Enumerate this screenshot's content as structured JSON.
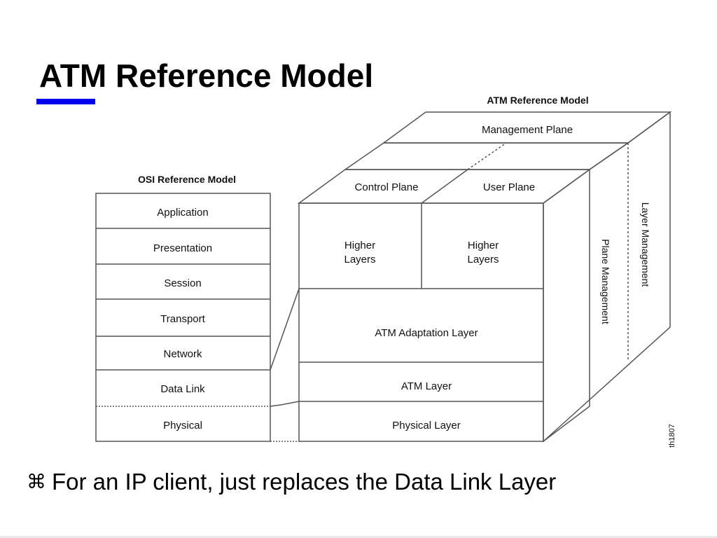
{
  "slide": {
    "title": "ATM Reference Model",
    "accent_color": "#0000ee",
    "bullet_icon": "command-key-icon",
    "bullet_symbol": "⌘",
    "bullet_text": "For an IP client, just replaces the Data Link Layer"
  },
  "diagram": {
    "atm_title": "ATM Reference Model",
    "osi_title": "OSI Reference Model",
    "osi_layers": [
      "Application",
      "Presentation",
      "Session",
      "Transport",
      "Network",
      "Data Link",
      "Physical"
    ],
    "management_plane": "Management Plane",
    "control_plane": "Control Plane",
    "user_plane": "User Plane",
    "higher_layers_line1": "Higher",
    "higher_layers_line2": "Layers",
    "aal": "ATM Adaptation Layer",
    "atm_layer": "ATM Layer",
    "physical_layer": "Physical Layer",
    "plane_management": "Plane Management",
    "layer_management": "Layer Management",
    "figure_id": "th1807"
  }
}
